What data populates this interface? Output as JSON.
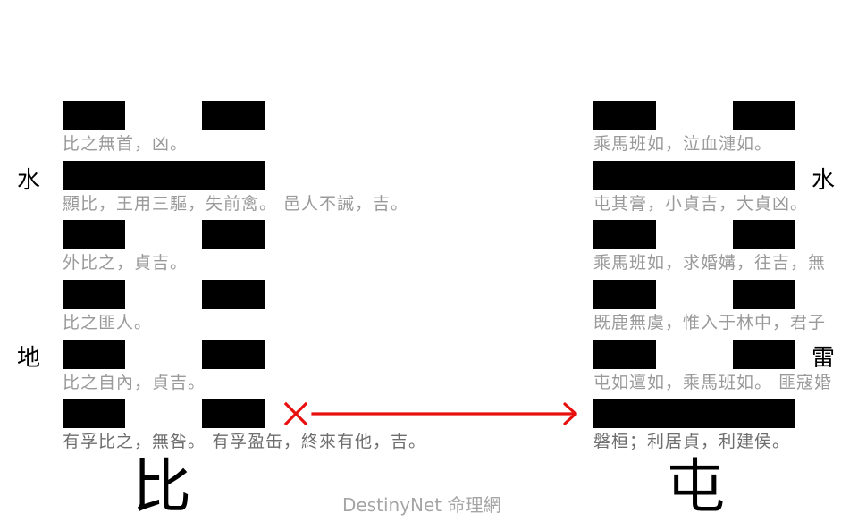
{
  "left_hexagram": {
    "name": "比",
    "upper_trigram": "水",
    "lower_trigram": "地",
    "lines": [
      {
        "type": "yin",
        "text": "比之無首，凶。"
      },
      {
        "type": "yang",
        "text": "顯比，王用三驅，失前禽。 邑人不誡，吉。"
      },
      {
        "type": "yin",
        "text": "外比之，貞吉。"
      },
      {
        "type": "yin",
        "text": "比之匪人。"
      },
      {
        "type": "yin",
        "text": "比之自內，貞吉。"
      },
      {
        "type": "yin",
        "text": "有孚比之，無咎。 有孚盈缶，終來有他，吉。",
        "changing": true
      }
    ]
  },
  "right_hexagram": {
    "name": "屯",
    "upper_trigram": "水",
    "lower_trigram": "雷",
    "lines": [
      {
        "type": "yin",
        "text": "乘馬班如，泣血漣如。"
      },
      {
        "type": "yang",
        "text": "屯其膏，小貞吉，大貞凶。"
      },
      {
        "type": "yin",
        "text": "乘馬班如，求婚媾，往吉，無"
      },
      {
        "type": "yin",
        "text": "既鹿無虞，惟入于林中，君子"
      },
      {
        "type": "yin",
        "text": "屯如邅如，乘馬班如。 匪寇婚"
      },
      {
        "type": "yang",
        "text": "磐桓；利居貞，利建侯。"
      }
    ]
  },
  "transition": {
    "marker": "×",
    "color": "#e8100f"
  },
  "brand": "DestinyNet 命理網"
}
